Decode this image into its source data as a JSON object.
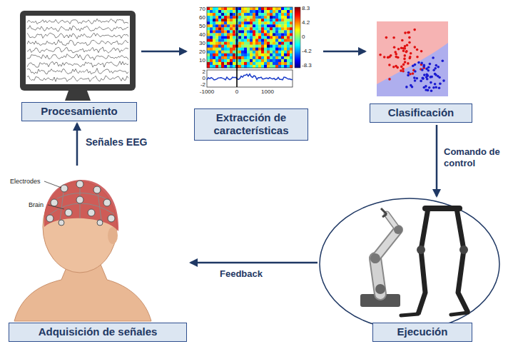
{
  "diagram": {
    "nodes": [
      {
        "text": [
          "Procesamiento"
        ]
      },
      {
        "text": [
          "Extracción de características"
        ]
      },
      {
        "text": [
          "Clasificación"
        ]
      },
      {
        "text": [
          "Ejecución"
        ]
      },
      {
        "text": [
          "Adquisición de señales"
        ]
      }
    ],
    "edges": [
      {
        "from": 4,
        "to": 0,
        "arrow": "to",
        "label": "Señales EEG"
      },
      {
        "from": 0,
        "to": 1,
        "arrow": "to"
      },
      {
        "from": 1,
        "to": 2,
        "arrow": "to"
      },
      {
        "from": 2,
        "to": 3,
        "arrow": "to",
        "label": "Comando de control"
      },
      {
        "from": 3,
        "to": 4,
        "arrow": "to",
        "label": "Feedback"
      }
    ],
    "labels": [
      "Electrodes",
      "Brain",
      "70",
      "60",
      "50",
      "40",
      "30",
      "20",
      "10",
      "2",
      "0",
      "-2",
      "-1000",
      "0",
      "1000",
      "8.3",
      "4.2",
      "0",
      "-4.2",
      "-8.3"
    ]
  }
}
